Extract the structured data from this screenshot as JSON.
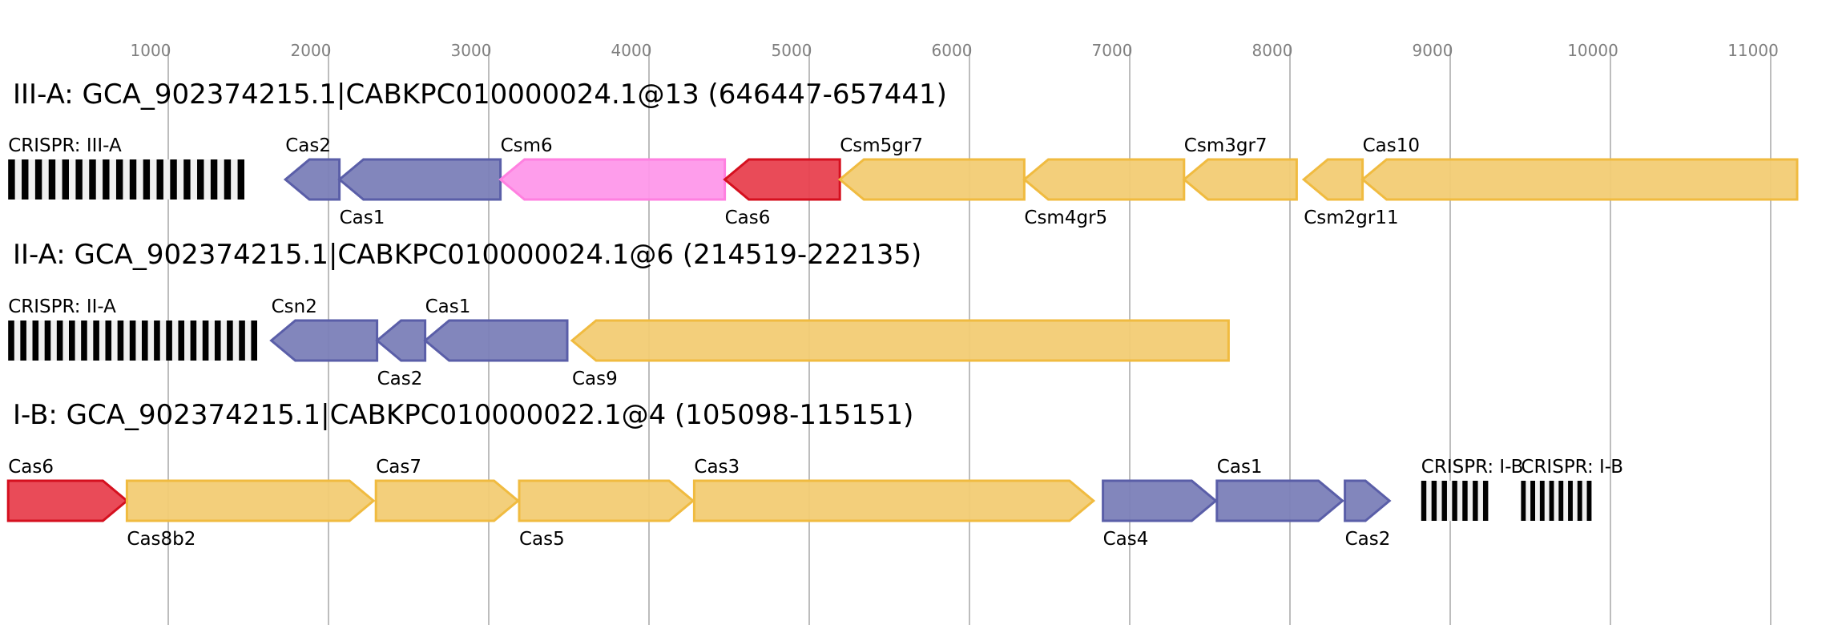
{
  "axis": {
    "ticks": [
      1000,
      2000,
      3000,
      4000,
      5000,
      6000,
      7000,
      8000,
      9000,
      10000,
      11000
    ]
  },
  "colors": {
    "blue": {
      "fill": "#7b7fb8",
      "stroke": "#5a5ea8"
    },
    "pink": {
      "fill": "#fe98ea",
      "stroke": "#ff80e0"
    },
    "red": {
      "fill": "#e8414f",
      "stroke": "#d5101f"
    },
    "yellow": {
      "fill": "#f2cc74",
      "stroke": "#f0bb40"
    }
  },
  "loci": [
    {
      "title": "III-A: GCA_902374215.1|CABKPC010000024.1@13 (646447-657441)",
      "features": [
        {
          "name": "CRISPR: III-A",
          "type": "crispr",
          "start": 1,
          "end": 1475,
          "bars": 18,
          "pos": "above"
        },
        {
          "name": "Cas2",
          "start": 1731,
          "end": 2068,
          "strand": -1,
          "color": "blue",
          "pos": "above"
        },
        {
          "name": "Cas1",
          "start": 2068,
          "end": 3073,
          "strand": -1,
          "color": "blue",
          "pos": "below"
        },
        {
          "name": "Csm6",
          "start": 3073,
          "end": 4473,
          "strand": -1,
          "color": "pink",
          "pos": "above"
        },
        {
          "name": "Cas6",
          "start": 4473,
          "end": 5191,
          "strand": -1,
          "color": "red",
          "pos": "below"
        },
        {
          "name": "Csm5gr7",
          "start": 5191,
          "end": 6342,
          "strand": -1,
          "color": "yellow",
          "pos": "above"
        },
        {
          "name": "Csm4gr5",
          "start": 6342,
          "end": 7339,
          "strand": -1,
          "color": "yellow",
          "pos": "below"
        },
        {
          "name": "Csm3gr7",
          "start": 7339,
          "end": 8042,
          "strand": -1,
          "color": "yellow",
          "pos": "above"
        },
        {
          "name": "Csm2gr11",
          "start": 8086,
          "end": 8453,
          "strand": -1,
          "color": "yellow",
          "pos": "below"
        },
        {
          "name": "Cas10",
          "start": 8453,
          "end": 11165,
          "strand": -1,
          "color": "yellow",
          "pos": "above"
        }
      ]
    },
    {
      "title": "II-A: GCA_902374215.1|CABKPC010000024.1@6 (214519-222135)",
      "features": [
        {
          "name": "CRISPR: II-A",
          "type": "crispr",
          "start": 1,
          "end": 1555,
          "bars": 21,
          "pos": "above"
        },
        {
          "name": "Csn2",
          "start": 1643,
          "end": 2303,
          "strand": -1,
          "color": "blue",
          "pos": "above"
        },
        {
          "name": "Cas2",
          "start": 2303,
          "end": 2603,
          "strand": -1,
          "color": "blue",
          "pos": "below"
        },
        {
          "name": "Cas1",
          "start": 2603,
          "end": 3490,
          "strand": -1,
          "color": "blue",
          "pos": "above"
        },
        {
          "name": "Cas9",
          "start": 3520,
          "end": 7617,
          "strand": -1,
          "color": "yellow",
          "pos": "below"
        }
      ]
    },
    {
      "title": "I-B: GCA_902374215.1|CABKPC010000022.1@4 (105098-115151)",
      "features": [
        {
          "name": "Cas6",
          "start": 1,
          "end": 742,
          "strand": 1,
          "color": "red",
          "pos": "above"
        },
        {
          "name": "Cas8b2",
          "start": 742,
          "end": 2281,
          "strand": 1,
          "color": "yellow",
          "pos": "below"
        },
        {
          "name": "Cas7",
          "start": 2296,
          "end": 3183,
          "strand": 1,
          "color": "yellow",
          "pos": "above"
        },
        {
          "name": "Cas5",
          "start": 3190,
          "end": 4275,
          "strand": 1,
          "color": "yellow",
          "pos": "below"
        },
        {
          "name": "Cas3",
          "start": 4282,
          "end": 6774,
          "strand": 1,
          "color": "yellow",
          "pos": "above"
        },
        {
          "name": "Cas4",
          "start": 6833,
          "end": 7537,
          "strand": 1,
          "color": "blue",
          "pos": "below"
        },
        {
          "name": "Cas1",
          "start": 7544,
          "end": 8328,
          "strand": 1,
          "color": "blue",
          "pos": "above"
        },
        {
          "name": "Cas2",
          "start": 8343,
          "end": 8621,
          "strand": 1,
          "color": "blue",
          "pos": "below"
        },
        {
          "name": "CRISPR: I-B",
          "type": "crispr",
          "start": 8819,
          "end": 9237,
          "bars": 7,
          "pos": "above"
        },
        {
          "name": "CRISPR: I-B",
          "type": "crispr",
          "start": 9442,
          "end": 9882,
          "bars": 8,
          "pos": "above"
        }
      ]
    }
  ]
}
